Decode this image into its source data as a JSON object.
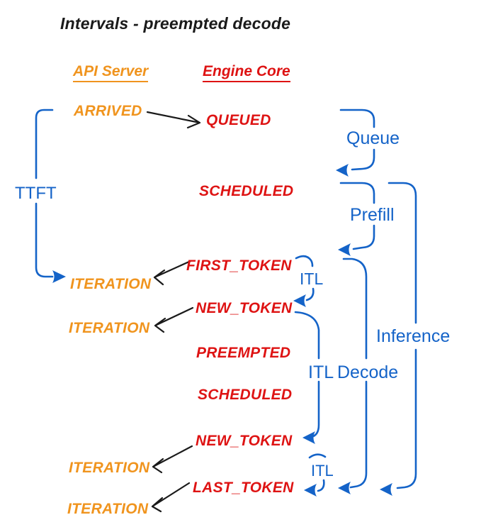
{
  "title": "Intervals - preempted decode",
  "colors": {
    "orange": "#F0941E",
    "red": "#DE1313",
    "blue": "#1463C8",
    "ink": "#1A1A1A"
  },
  "columns": {
    "api_server": "API Server",
    "engine_core": "Engine Core"
  },
  "api_events": {
    "arrived": "ARRIVED",
    "iteration1": "ITERATION",
    "iteration2": "ITERATION",
    "iteration3": "ITERATION",
    "iteration4": "ITERATION"
  },
  "core_events": {
    "queued": "QUEUED",
    "scheduled1": "SCHEDULED",
    "first_token": "FIRST_TOKEN",
    "new_token1": "NEW_TOKEN",
    "preempted": "PREEMPTED",
    "scheduled2": "SCHEDULED",
    "new_token2": "NEW_TOKEN",
    "last_token": "LAST_TOKEN"
  },
  "intervals": {
    "ttft": "TTFT",
    "queue": "Queue",
    "prefill": "Prefill",
    "itl_first": "ITL",
    "itl_mid": "ITL",
    "itl_last": "ITL",
    "decode": "Decode",
    "inference": "Inference"
  }
}
